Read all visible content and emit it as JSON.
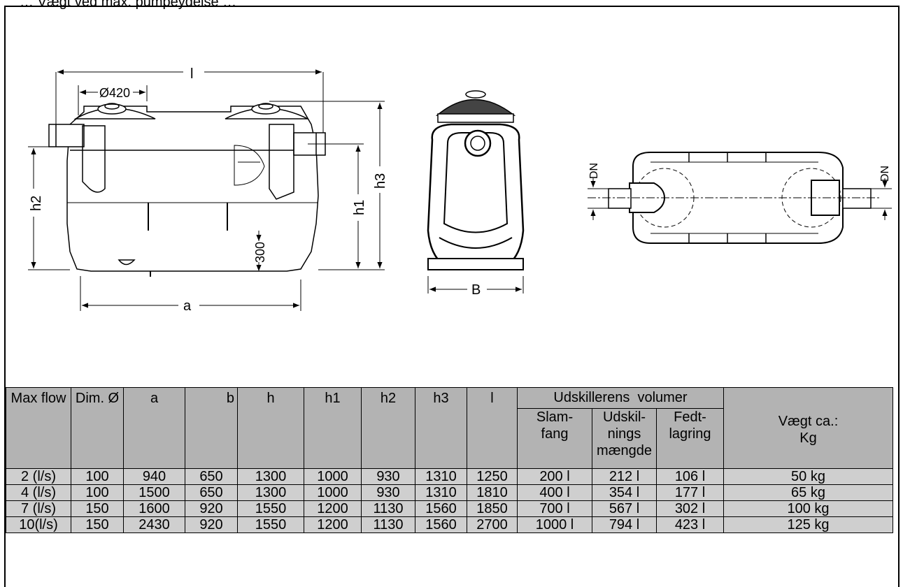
{
  "header_text": "… Vægt ved max. pumpeydelse …",
  "dims": {
    "l": "l",
    "diam": "Ø420",
    "h2": "h2",
    "h1": "h1",
    "h3": "h3",
    "d300": "300",
    "a": "a",
    "B": "B",
    "DN_left": "DN",
    "DN_right": "DN"
  },
  "table": {
    "group_header": "Udskillerens  volumer",
    "headers": [
      "Max flow",
      "Dim. Ø",
      "a",
      "b",
      "h",
      "h1",
      "h2",
      "h3",
      "l",
      "Slam-\nfang",
      "Udskil-\nnings\nmængde",
      "Fedt-\nlagring",
      "Vægt ca.:\nKg"
    ],
    "rows": [
      [
        "2 (l/s)",
        "100",
        "940",
        "650",
        "1300",
        "1000",
        "930",
        "1310",
        "1250",
        "200 l",
        "212 l",
        "106 l",
        "50 kg"
      ],
      [
        "4 (l/s)",
        "100",
        "1500",
        "650",
        "1300",
        "1000",
        "930",
        "1310",
        "1810",
        "400 l",
        "354 l",
        "177 l",
        "65 kg"
      ],
      [
        "7 (l/s)",
        "150",
        "1600",
        "920",
        "1550",
        "1200",
        "1130",
        "1560",
        "1850",
        "700 l",
        "567 l",
        "302 l",
        "100 kg"
      ],
      [
        "10(l/s)",
        "150",
        "2430",
        "920",
        "1550",
        "1200",
        "1130",
        "1560",
        "2700",
        "1000 l",
        "794 l",
        "423 l",
        "125 kg"
      ]
    ]
  }
}
